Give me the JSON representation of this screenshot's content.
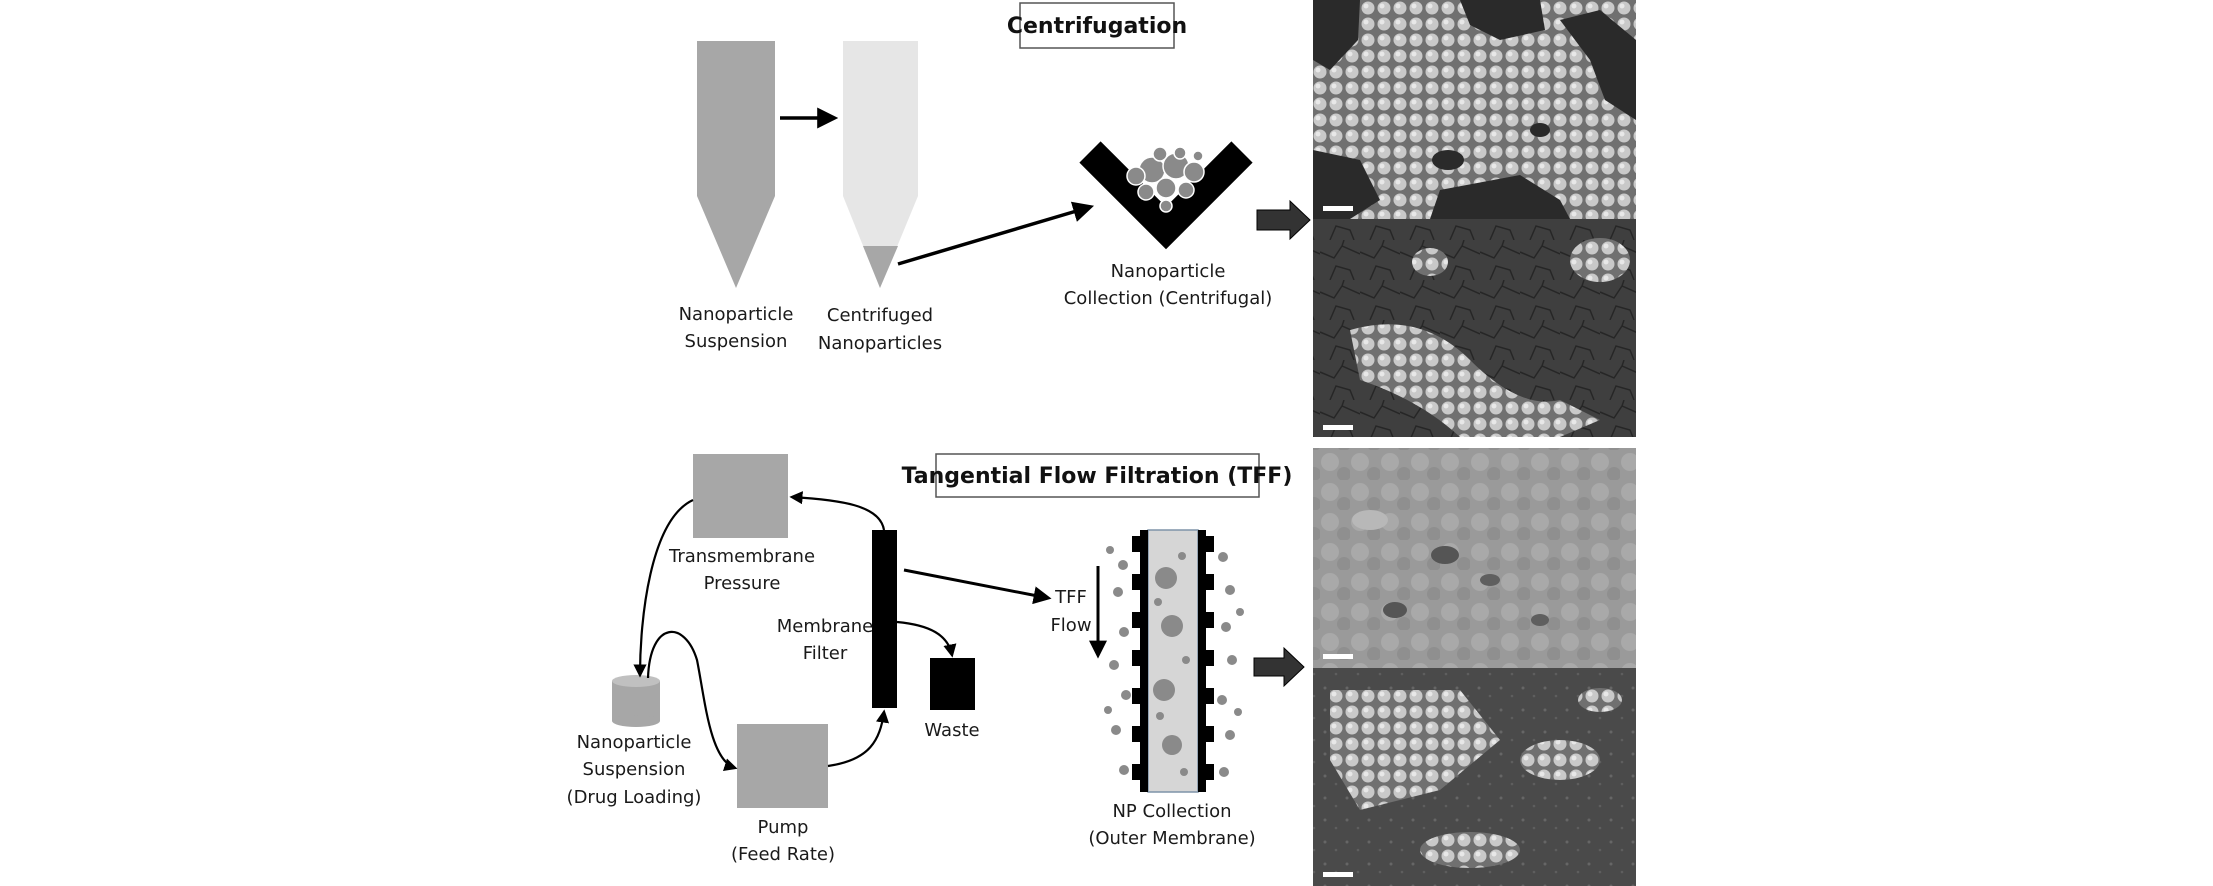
{
  "centrifugation": {
    "title": "Centrifugation",
    "suspension_label": [
      "Nanoparticle",
      "Suspension"
    ],
    "centrifuged_label": [
      "Centrifuged",
      "Nanoparticles"
    ],
    "collection_label": [
      "Nanoparticle",
      "Collection (Centrifugal)"
    ]
  },
  "tff": {
    "title": "Tangential Flow Filtration (TFF)",
    "tmp_label": [
      "Transmembrane",
      "Pressure"
    ],
    "membrane_label": [
      "Membrane",
      "Filter"
    ],
    "waste_label": "Waste",
    "suspension_label": [
      "Nanoparticle",
      "Suspension",
      "(Drug Loading)"
    ],
    "pump_label": [
      "Pump",
      "(Feed Rate)"
    ],
    "flow_label": [
      "TFF",
      "Flow"
    ],
    "collection_label": [
      "NP Collection",
      "(Outer Membrane)"
    ]
  },
  "colors": {
    "dark_gray": "#a7a7a7",
    "light_gray": "#e6e6e6",
    "black": "#000000",
    "column_fill": "#d6d6d6"
  }
}
